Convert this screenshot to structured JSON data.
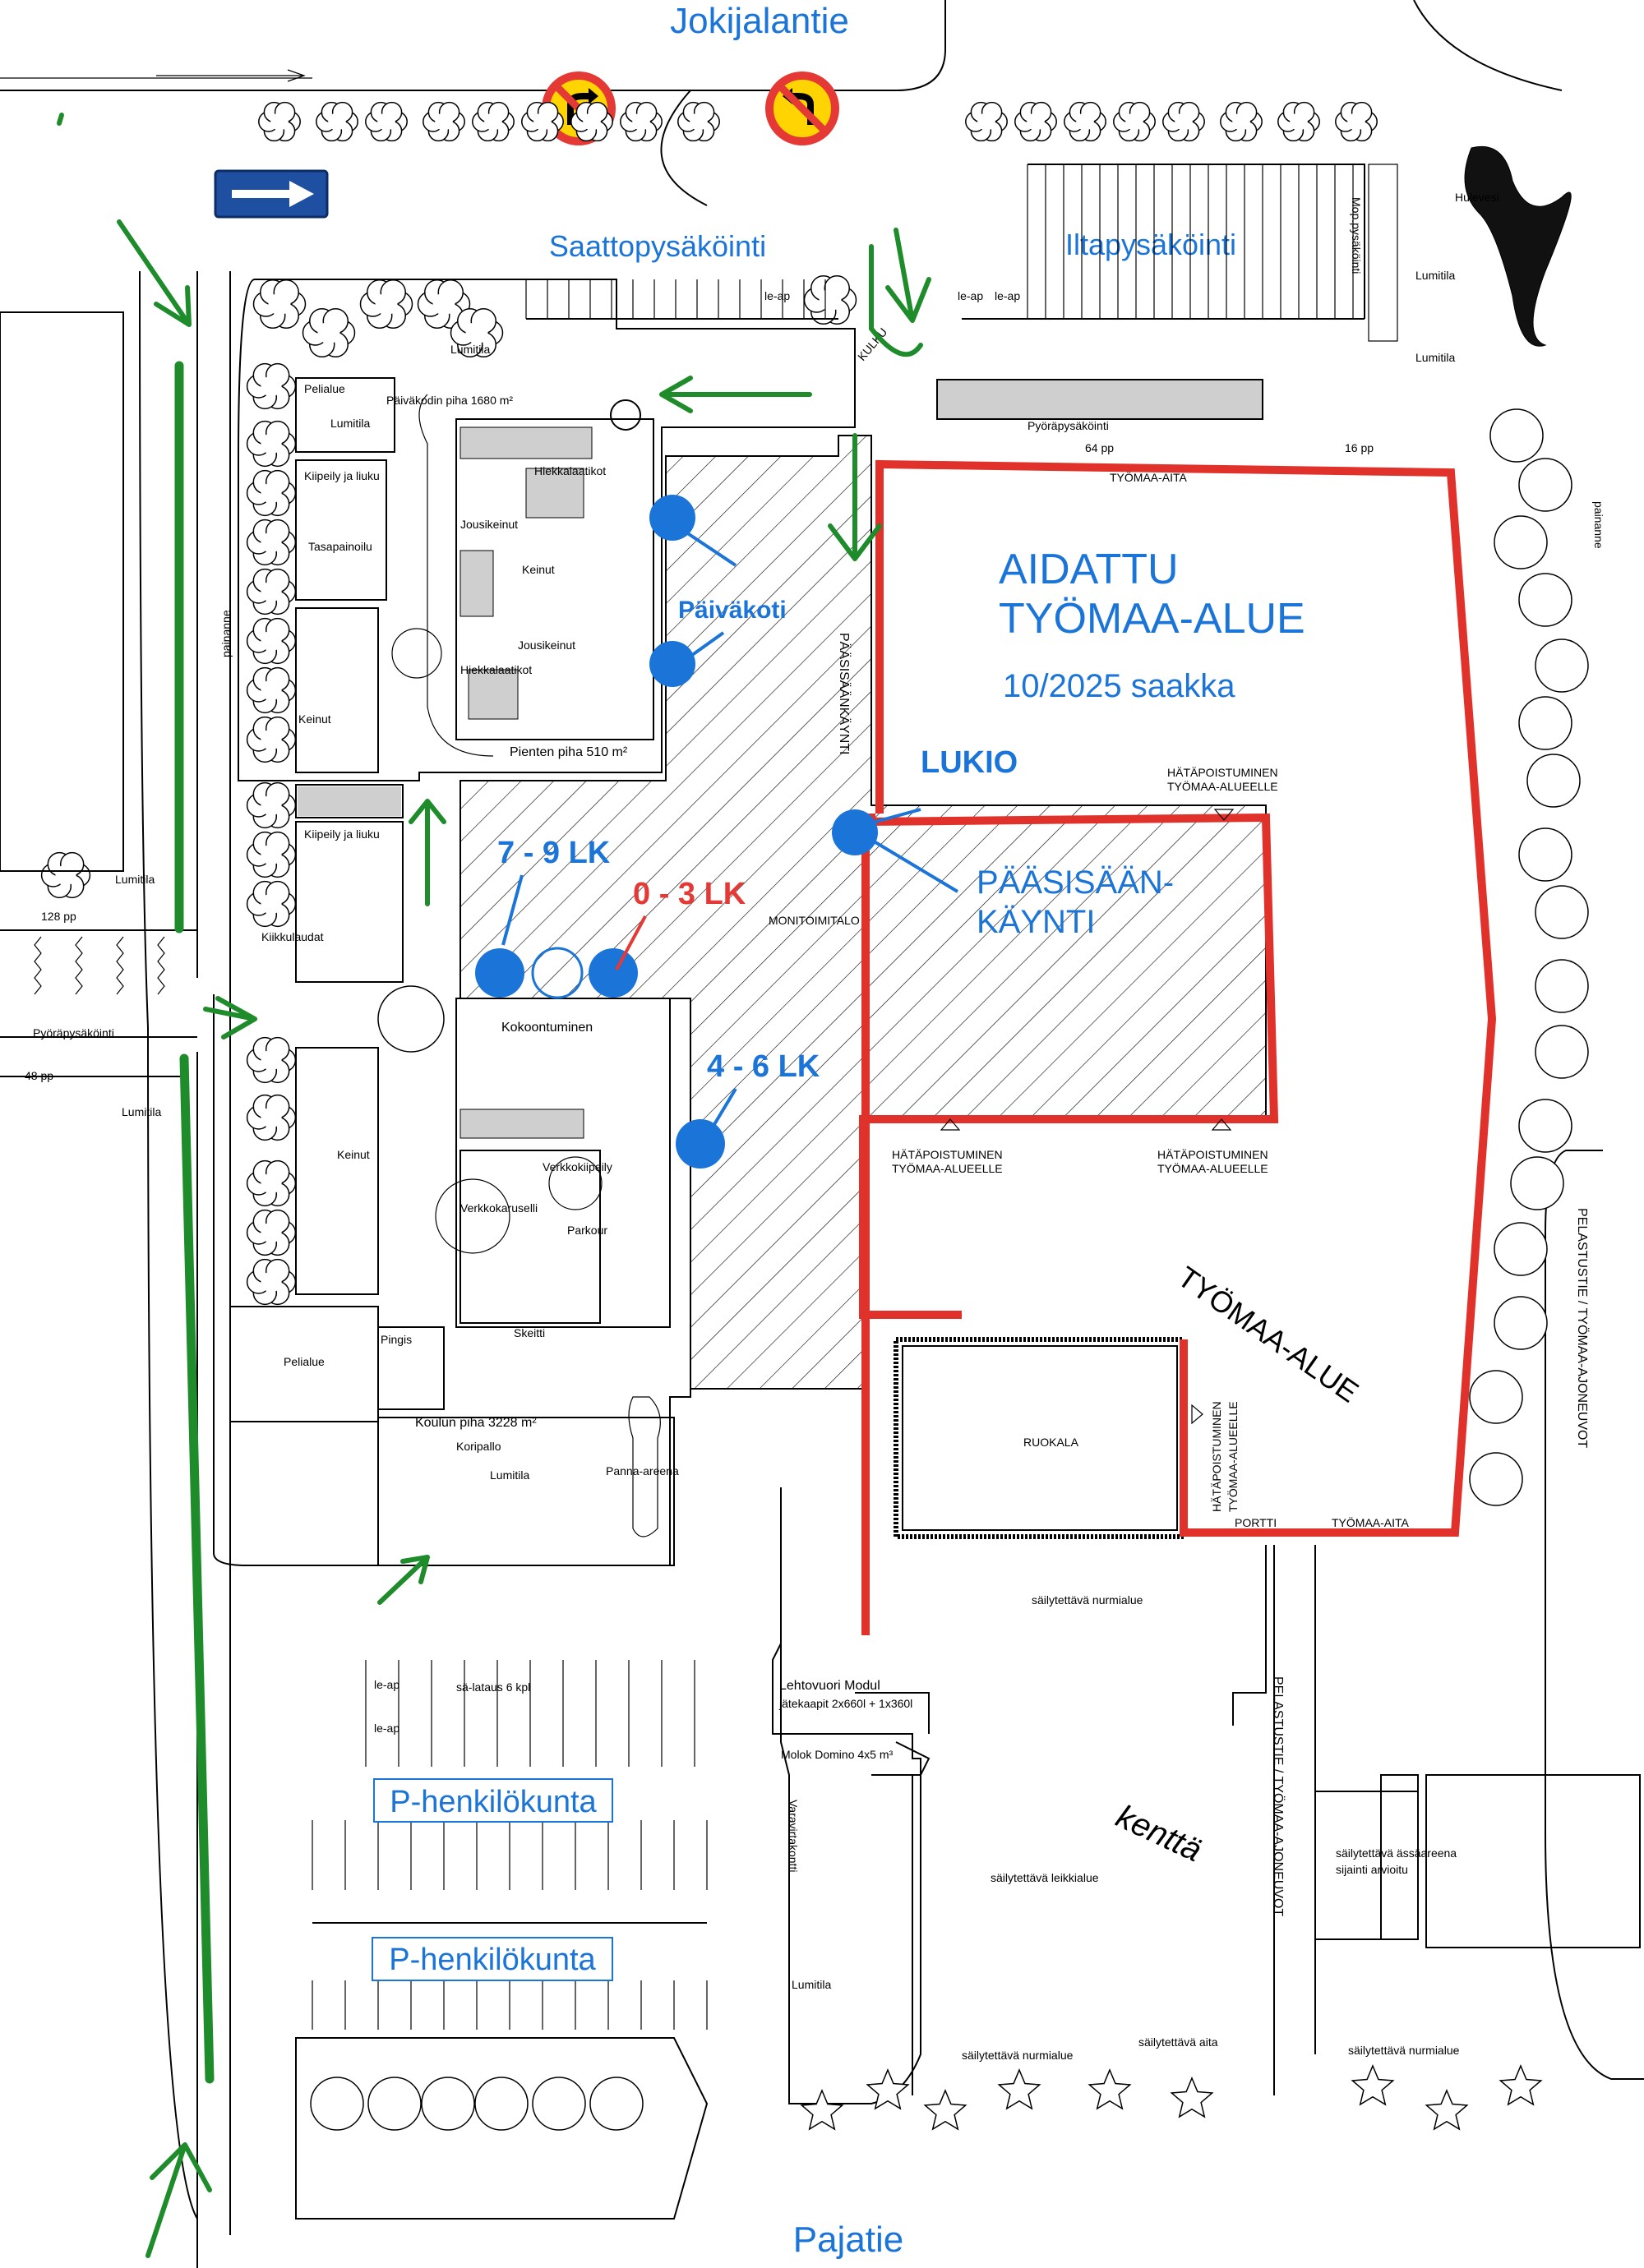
{
  "roads": {
    "north": "Jokijalantie",
    "south": "Pajatie"
  },
  "parking": {
    "dropoff": "Saattopysäköinti",
    "evening": "Iltapysäköinti",
    "staff_1": "P-henkilökunta",
    "staff_2": "P-henkilökunta"
  },
  "site": {
    "fenced_area_line1": "AIDATTU",
    "fenced_area_line2": "TYÖMAA-ALUE",
    "fenced_until": "10/2025 saakka",
    "work_area": "TYÖMAA-ALUE",
    "field": "kenttä"
  },
  "entrances": {
    "daycare": "Päiväkoti",
    "lukio": "LUKIO",
    "grades_7_9": "7 - 9 LK",
    "grades_0_3": "0 - 3 LK",
    "grades_4_6": "4 - 6 LK",
    "main_entrance_line1": "PÄÄSISÄÄN-",
    "main_entrance_line2": "KÄYNTI"
  },
  "plan_labels": {
    "lumitila": "Lumitila",
    "pelialue": "Pelialue",
    "paivakodin_piha": "Päiväkodin piha 1680 m²",
    "pienten_piha": "Pienten piha 510 m²",
    "koulun_piha": "Koulun piha 3228 m²",
    "kokoontuminen": "Kokoontuminen",
    "monitoimitalo": "MONITOIMITALO",
    "ruokala": "RUOKALA",
    "portti": "PORTTI",
    "tyomaa_aita": "TYÖMAA-AITA",
    "hatapoistuminen_1": "HÄTÄPOISTUMINEN",
    "hatapoistuminen_2": "TYÖMAA-ALUEELLE",
    "pelastustie": "PELASTUSTIE / TYÖMAA-AJONEUVOT",
    "paasisaankaynti_vert": "PÄÄSISÄÄNKÄYNTI",
    "pyorapysakointi": "Pyöräpysäköinti",
    "kulku": "KULKU",
    "hulevesi": "Hulevesi",
    "pp_128": "128 pp",
    "pp_48": "48 pp",
    "pp_64": "64 pp",
    "pp_16": "16 pp",
    "sailytettava_nurmialue": "säilytettävä nurmialue",
    "sailytettava_leikkialue": "säilytettävä leikkialue",
    "sailytettava_aita": "säilytettävä aita",
    "assaareena": "säilytettävä ässäareena",
    "assaareena_2": "sijainti arvioitu",
    "lehtovuori": "Lehtovuori Modul",
    "jatekaapit": "jätekaapit 2x660l + 1x360l",
    "molok": "Molok Domino 4x5 m³",
    "varavirtakontti": "Varavirtakontti",
    "painanne": "painanne",
    "le_ap": "le-ap",
    "sa_lataus": "sä-lataus 6 kpl",
    "pingis": "Pingis",
    "koripallo": "Koripallo",
    "panna_areena": "Panna-areena",
    "skeitti": "Skeitti",
    "parkour": "Parkour",
    "verkkokaruselli": "Verkkokaruselli",
    "verkkokiipeily": "Verkkokiipeily",
    "keinut": "Keinut",
    "kiipeily_ja_liuku": "Kiipeily ja liuku",
    "tasapainoilu": "Tasapainoilu",
    "hiekkalaatikko": "Hiekkalaatikot",
    "jousikeinut": "Jousikeinut",
    "kiikkulaudat": "Kiikkulaudat",
    "moottorikelkka": "Mop.pysäköinti"
  }
}
